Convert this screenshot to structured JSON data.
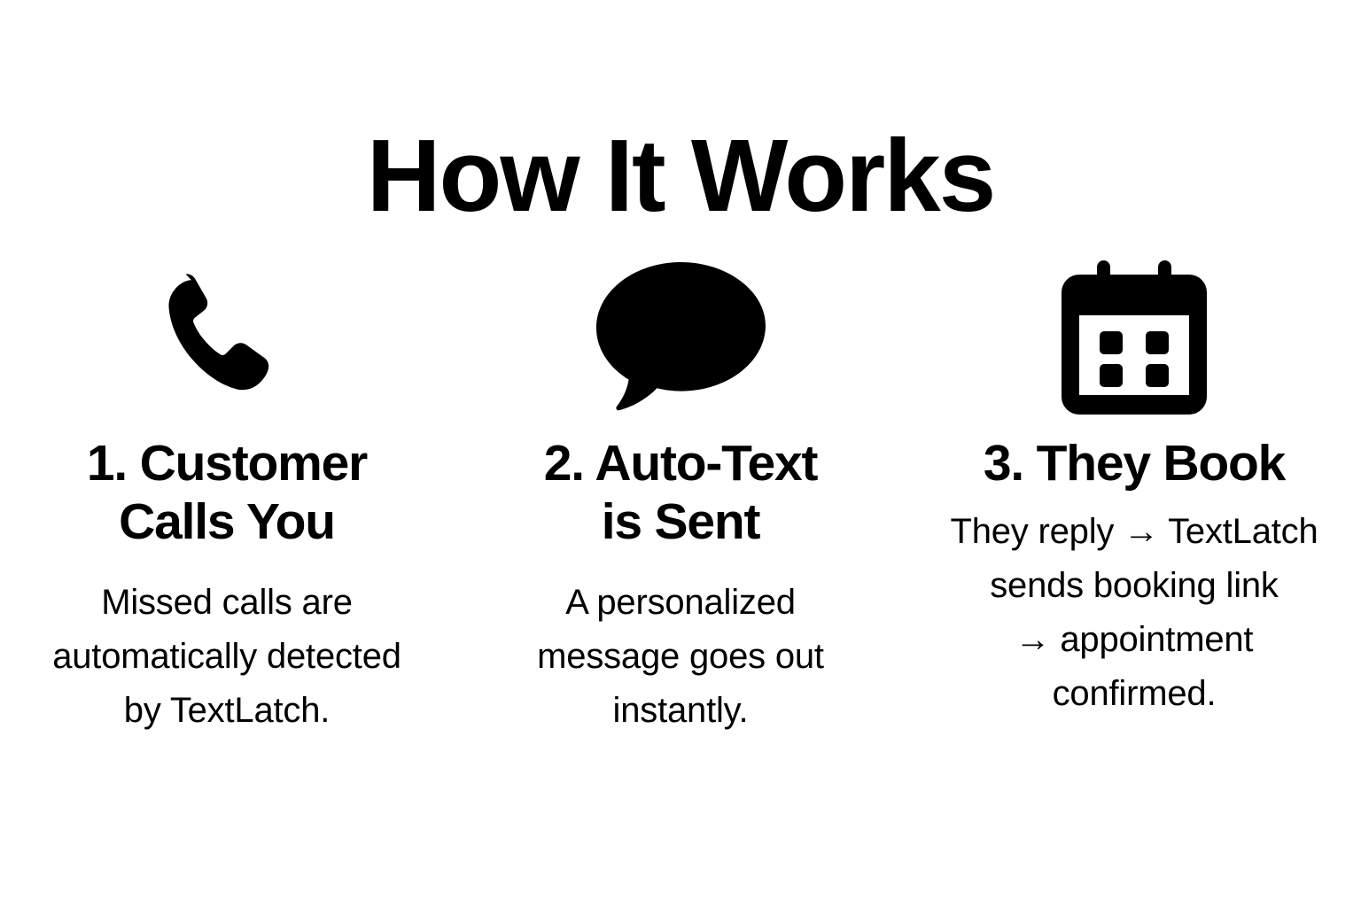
{
  "page": {
    "title": "How It Works",
    "background_color": "#ffffff",
    "text_color": "#000000"
  },
  "steps": [
    {
      "icon": "phone-handset-icon",
      "heading": "1. Customer\nCalls You",
      "body": "Missed calls are\nautomatically detected\nby TextLatch."
    },
    {
      "icon": "speech-bubble-icon",
      "heading": "2. Auto-Text\nis Sent",
      "body": "A personalized\nmessage goes out\ninstantly."
    },
    {
      "icon": "calendar-icon",
      "heading": "3. They Book",
      "body": "They reply → TextLatch\nsends booking link\n→ appointment\nconfirmed."
    }
  ]
}
